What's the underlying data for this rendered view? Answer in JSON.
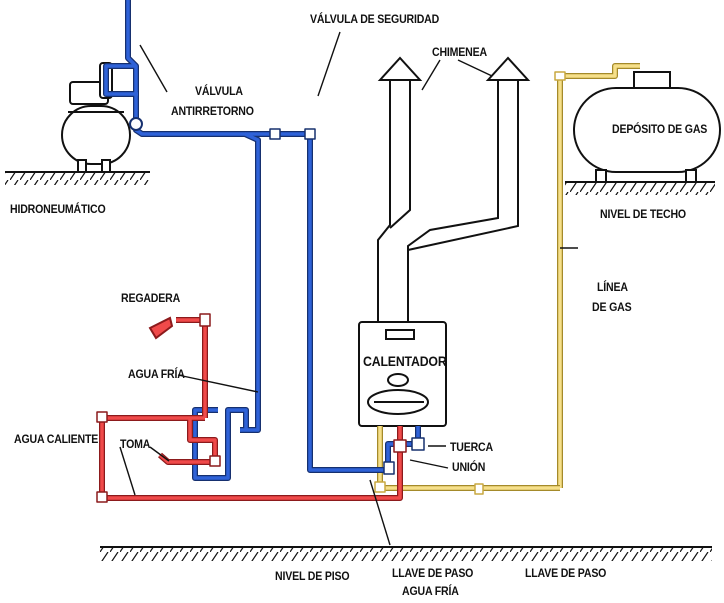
{
  "labels": {
    "valvula_seguridad": "VÁLVULA DE SEGURIDAD",
    "chimenea": "CHIMENEA",
    "valvula_antirretorno_1": "VÁLVULA",
    "valvula_antirretorno_2": "ANTIRRETORNO",
    "hidroneumatico": "HIDRONEUMÁTICO",
    "deposito_gas": "DEPÓSITO DE GAS",
    "nivel_techo": "NIVEL DE TECHO",
    "linea_gas_1": "LÍNEA",
    "linea_gas_2": "DE GAS",
    "regadera": "REGADERA",
    "agua_fria": "AGUA FRÍA",
    "calentador": "CALENTADOR",
    "agua_caliente": "AGUA CALIENTE",
    "toma": "TOMA",
    "tuerca": "TUERCA",
    "union": "UNIÓN",
    "nivel_piso": "NIVEL DE PISO",
    "llave_paso_agua_fria_1": "LLAVE DE PASO",
    "llave_paso_agua_fria_2": "AGUA FRÍA",
    "llave_paso": "LLAVE DE PASO"
  },
  "colors": {
    "cold_water": "#2d55c8",
    "hot_water": "#e8343a",
    "gas": "#f2d86a",
    "outline": "#111111"
  }
}
